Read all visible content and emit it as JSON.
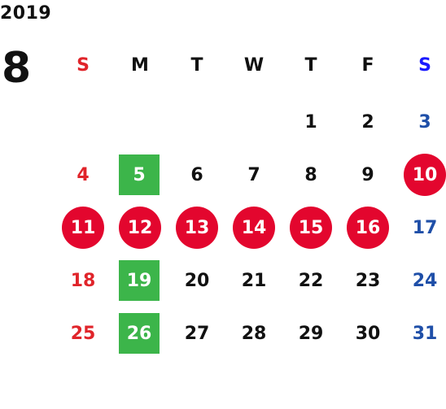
{
  "calendar": {
    "year": "2019",
    "month": "8",
    "weekdays": [
      "S",
      "M",
      "T",
      "W",
      "T",
      "F",
      "S"
    ],
    "weeks": [
      [
        "",
        "",
        "",
        "",
        "1",
        "2",
        "3"
      ],
      [
        "4",
        "5",
        "6",
        "7",
        "8",
        "9",
        "10"
      ],
      [
        "11",
        "12",
        "13",
        "14",
        "15",
        "16",
        "17"
      ],
      [
        "18",
        "19",
        "20",
        "21",
        "22",
        "23",
        "24"
      ],
      [
        "25",
        "26",
        "27",
        "28",
        "29",
        "30",
        "31"
      ]
    ],
    "red_circle_days": [
      "10",
      "11",
      "12",
      "13",
      "14",
      "15",
      "16"
    ],
    "green_box_days": [
      "5",
      "19",
      "26"
    ],
    "colors": {
      "sunday": "#e0242a",
      "saturday": "#1f4fa8",
      "saturday_header": "#1a1aff",
      "holiday_circle": "#e3062e",
      "green_box": "#3cb54a",
      "text": "#111111"
    }
  }
}
